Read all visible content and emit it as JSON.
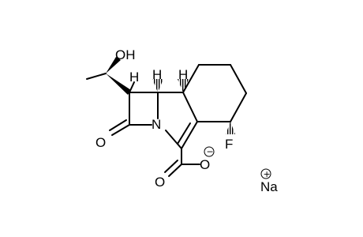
{
  "molecule": {
    "atoms": {
      "hydroxyl": "OH",
      "h_side": "H",
      "h_bridge": "H",
      "h_ring": "H",
      "carbonyl_o": "O",
      "nitrogen": "N",
      "fluorine": "F",
      "carboxyl_o_double": "O",
      "carboxyl_o_single": "O",
      "counterion": "Na"
    },
    "charges": {
      "carboxylate": "−",
      "counterion": "+"
    }
  }
}
